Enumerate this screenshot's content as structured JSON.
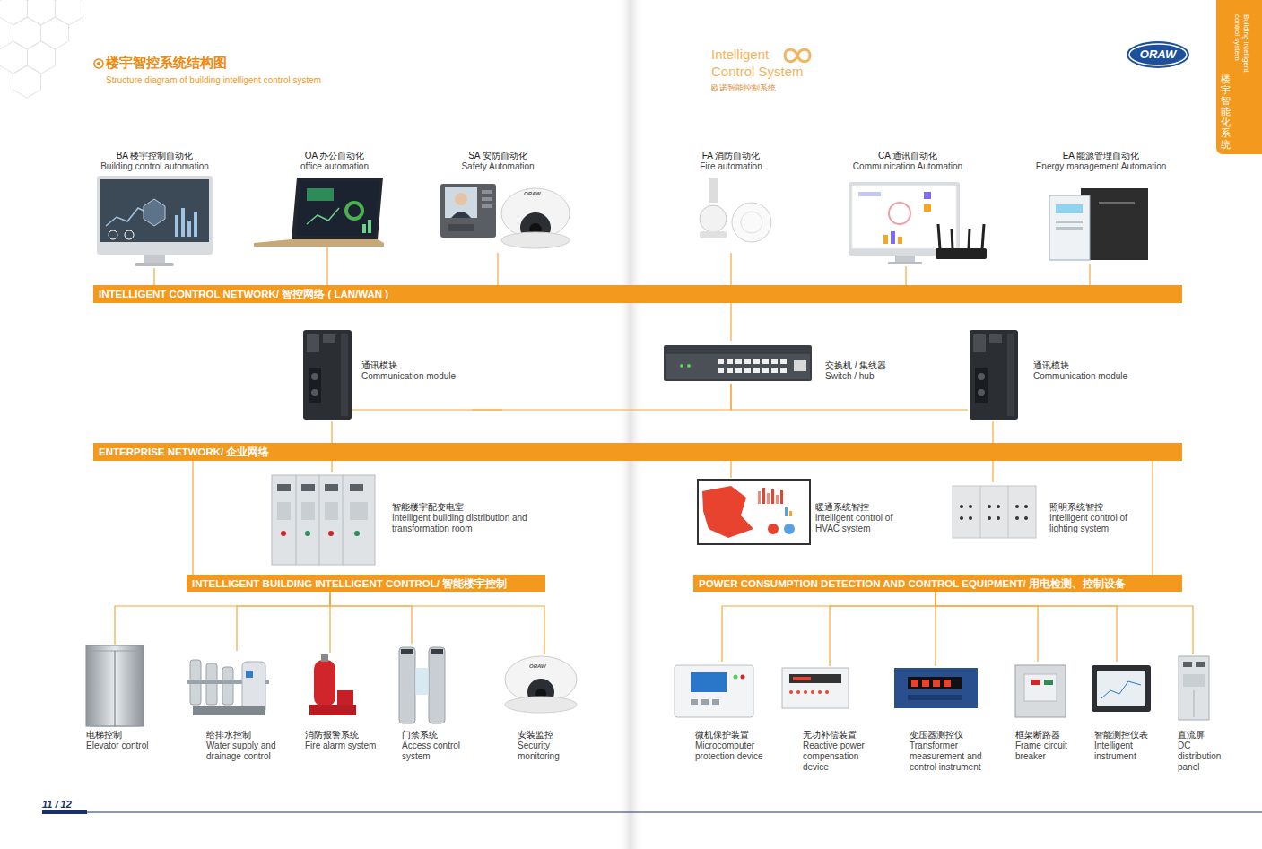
{
  "diagram": {
    "title": "楼宇智控系统结构图",
    "nodes": [
      {
        "text": [
          "BA 楼宇控制自动化",
          "Building control automation"
        ]
      },
      {
        "text": [
          "OA 办公自动化",
          "office automation"
        ]
      },
      {
        "text": [
          "SA 安防自动化",
          "Safety Automation"
        ]
      },
      {
        "text": [
          "FA 消防自动化",
          "Fire automation"
        ]
      },
      {
        "text": [
          "CA 通讯自动化",
          "Communication Automation"
        ]
      },
      {
        "text": [
          "EA 能源管理自动化",
          "Energy management Automation"
        ]
      },
      {
        "text": [
          "INTELLIGENT CONTROL NETWORK/ 智控网络 ( LAN/WAN )"
        ]
      },
      {
        "text": [
          "通讯模块",
          "Communication module"
        ]
      },
      {
        "text": [
          "交换机 / 集线器",
          "Switch / hub"
        ]
      },
      {
        "text": [
          "通讯模块",
          "Communication module"
        ]
      },
      {
        "text": [
          "ENTERPRISE NETWORK/ 企业网络"
        ]
      },
      {
        "text": [
          "智能楼宇配变电室",
          "Intelligent building distribution and transformation room"
        ]
      },
      {
        "text": [
          "暖通系统智控",
          "intelligent control of HVAC system"
        ]
      },
      {
        "text": [
          "照明系统智控",
          "Intelligent control of lighting system"
        ]
      },
      {
        "text": [
          "INTELLIGENT BUILDING INTELLIGENT CONTROL/ 智能楼宇控制"
        ]
      },
      {
        "text": [
          "POWER CONSUMPTION DETECTION AND CONTROL EQUIPMENT/ 用电检测、控制设备"
        ]
      },
      {
        "text": [
          "电梯控制",
          "Elevator control"
        ]
      },
      {
        "text": [
          "给排水控制",
          "Water supply and drainage control"
        ]
      },
      {
        "text": [
          "消防报警系统",
          "Fire alarm system"
        ]
      },
      {
        "text": [
          "门禁系统",
          "Access control system"
        ]
      },
      {
        "text": [
          "安装监控",
          "Security monitoring"
        ]
      },
      {
        "text": [
          "微机保护装置",
          "Microcomputer protection device"
        ]
      },
      {
        "text": [
          "无功补偿装置",
          "Reactive power compensation device"
        ]
      },
      {
        "text": [
          "变压器测控仪",
          "Transformer measurement and control instrument"
        ]
      },
      {
        "text": [
          "框架断路器",
          "Frame circuit breaker"
        ]
      },
      {
        "text": [
          "智能测控仪表",
          "Intelligent instrument"
        ]
      },
      {
        "text": [
          "直流屏",
          "DC distribution panel"
        ]
      }
    ],
    "edges": [
      {
        "from": 0,
        "to": 6,
        "arrow": "none"
      },
      {
        "from": 1,
        "to": 6,
        "arrow": "none"
      },
      {
        "from": 2,
        "to": 6,
        "arrow": "none"
      },
      {
        "from": 3,
        "to": 6,
        "arrow": "none"
      },
      {
        "from": 4,
        "to": 6,
        "arrow": "none"
      },
      {
        "from": 5,
        "to": 6,
        "arrow": "none"
      },
      {
        "from": 6,
        "to": 8,
        "arrow": "none"
      },
      {
        "from": 7,
        "to": 8,
        "arrow": "none"
      },
      {
        "from": 8,
        "to": 9,
        "arrow": "none"
      },
      {
        "from": 7,
        "to": 10,
        "arrow": "none"
      },
      {
        "from": 9,
        "to": 10,
        "arrow": "none"
      },
      {
        "from": 10,
        "to": 11,
        "arrow": "none"
      },
      {
        "from": 10,
        "to": 12,
        "arrow": "none"
      },
      {
        "from": 10,
        "to": 13,
        "arrow": "none"
      },
      {
        "from": 10,
        "to": 14,
        "arrow": "none"
      },
      {
        "from": 10,
        "to": 15,
        "arrow": "none"
      },
      {
        "from": 14,
        "to": 16,
        "arrow": "none"
      },
      {
        "from": 14,
        "to": 17,
        "arrow": "none"
      },
      {
        "from": 14,
        "to": 18,
        "arrow": "none"
      },
      {
        "from": 14,
        "to": 19,
        "arrow": "none"
      },
      {
        "from": 14,
        "to": 20,
        "arrow": "none"
      },
      {
        "from": 15,
        "to": 21,
        "arrow": "none"
      },
      {
        "from": 15,
        "to": 22,
        "arrow": "none"
      },
      {
        "from": 15,
        "to": 23,
        "arrow": "none"
      },
      {
        "from": 15,
        "to": 24,
        "arrow": "none"
      },
      {
        "from": 15,
        "to": 25,
        "arrow": "none"
      },
      {
        "from": 15,
        "to": 26,
        "arrow": "none"
      }
    ],
    "labels": [
      "Structure diagram of building intelligent control system",
      "Intelligent",
      "Control System",
      "欧诺智能控制系统",
      "ORAW",
      "Building intelligent control system",
      "楼宇智能化系统",
      "ORAW",
      "ORAW",
      "11 / 12"
    ]
  }
}
